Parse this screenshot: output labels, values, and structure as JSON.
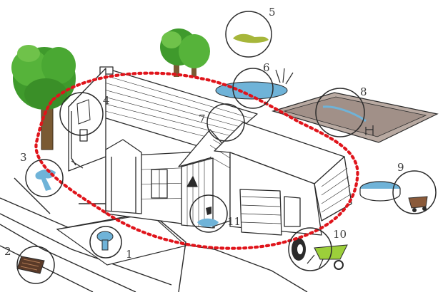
{
  "markers": [
    {
      "label": "1",
      "subject": "birdbath"
    },
    {
      "label": "2",
      "subject": "storm-drain"
    },
    {
      "label": "3",
      "subject": "downspout-puddle"
    },
    {
      "label": "4",
      "subject": "gutter"
    },
    {
      "label": "5",
      "subject": "puddle"
    },
    {
      "label": "6",
      "subject": "pond"
    },
    {
      "label": "7",
      "subject": "roof-valley"
    },
    {
      "label": "8",
      "subject": "swimming-pool"
    },
    {
      "label": "9",
      "subject": "wading-pool"
    },
    {
      "label": "10",
      "subject": "tire-and-wheelbarrow"
    },
    {
      "label": "11",
      "subject": "garage-puddle"
    }
  ],
  "colors": {
    "highlight": "#e0141b",
    "outline": "#2b2b2b",
    "water": "#6fb3d8",
    "tree": "#3f9a2c",
    "trunk": "#7a5a33",
    "pool_deck": "#b9aaa2",
    "wheelbarrow": "#9ccf3a"
  }
}
